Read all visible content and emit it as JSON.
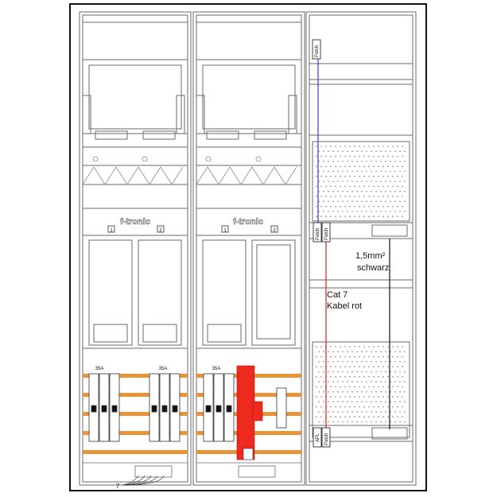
{
  "colors": {
    "frame": "#111111",
    "line": "#6a6a6a",
    "busbar": "#e8943a",
    "spd": "#ee2a1f",
    "blue_wire": "#3a3ad8",
    "red_wire": "#e02020",
    "black_wire": "#111111"
  },
  "brand": {
    "left": "f-tronic",
    "right": "f-tronic"
  },
  "slot_numbers": {
    "left_1": "1",
    "left_2": "2",
    "right_1": "1",
    "right_2": "2"
  },
  "breakers": {
    "left_group_a": "35A",
    "left_group_b": "35A",
    "right_group": "35A"
  },
  "patch_labels": {
    "top": "Patch",
    "mid_left": "Patch",
    "mid_right": "Patch",
    "bottom_left": "APL",
    "bottom_right": "Patch"
  },
  "wire_labels": {
    "cross_section": "1,5mm²",
    "color_black": "schwarz",
    "cat": "Cat 7",
    "kabel": "Kabel rot"
  },
  "bottom_label": "7"
}
